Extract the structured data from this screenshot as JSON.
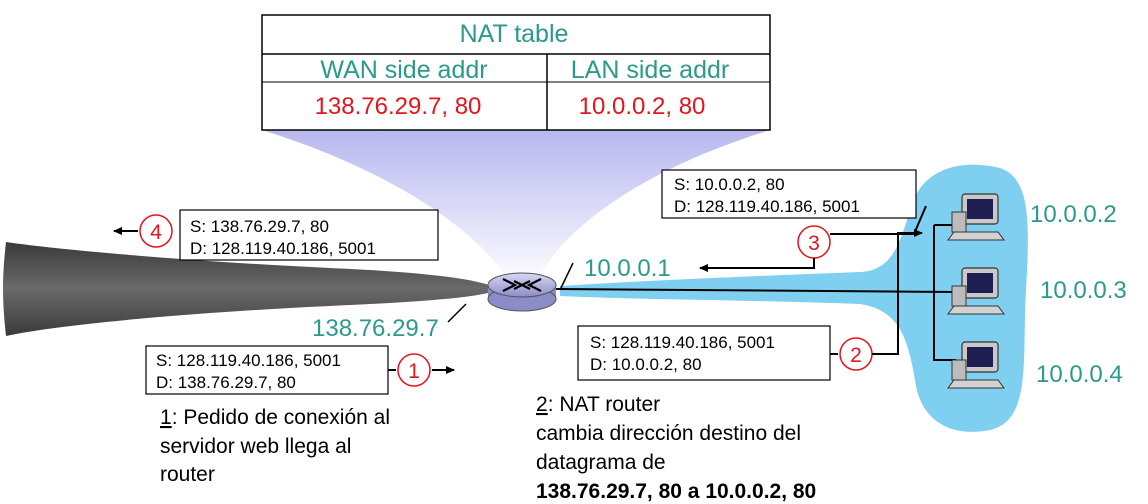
{
  "nat_table": {
    "title": "NAT table",
    "wan_header": "WAN side addr",
    "lan_header": "LAN side addr",
    "wan_value": "138.76.29.7, 80",
    "lan_value": "10.0.0.2, 80"
  },
  "router": {
    "lan_ip": "10.0.0.1",
    "wan_ip": "138.76.29.7"
  },
  "hosts": [
    {
      "ip": "10.0.0.2"
    },
    {
      "ip": "10.0.0.3"
    },
    {
      "ip": "10.0.0.4"
    }
  ],
  "packets": {
    "p1": {
      "step": "1",
      "src": "S: 128.119.40.186, 5001",
      "dst": "D: 138.76.29.7, 80"
    },
    "p2": {
      "step": "2",
      "src": "S: 128.119.40.186, 5001",
      "dst": "D: 10.0.0.2, 80"
    },
    "p3": {
      "step": "3",
      "src": "S: 10.0.0.2, 80",
      "dst": "D: 128.119.40.186, 5001"
    },
    "p4": {
      "step": "4",
      "src": "S: 138.76.29.7, 80",
      "dst": "D: 128.119.40.186, 5001"
    }
  },
  "captions": {
    "c1_num": "1",
    "c1_line1": ": Pedido de conexión al",
    "c1_line2": "servidor web llega al",
    "c1_line3": "router",
    "c2_num": "2",
    "c2_line1": ": NAT router",
    "c2_line2": "cambia dirección destino del",
    "c2_line3": "datagrama de",
    "c2_line4": "138.76.29.7, 80 a 10.0.0.2, 80"
  },
  "colors": {
    "teal": "#2a9a8c",
    "red": "#e5141b",
    "lan_blue": "#7fd0f0",
    "horn_gray": "#555555",
    "funnel_lavender": "#c8c8f4"
  }
}
